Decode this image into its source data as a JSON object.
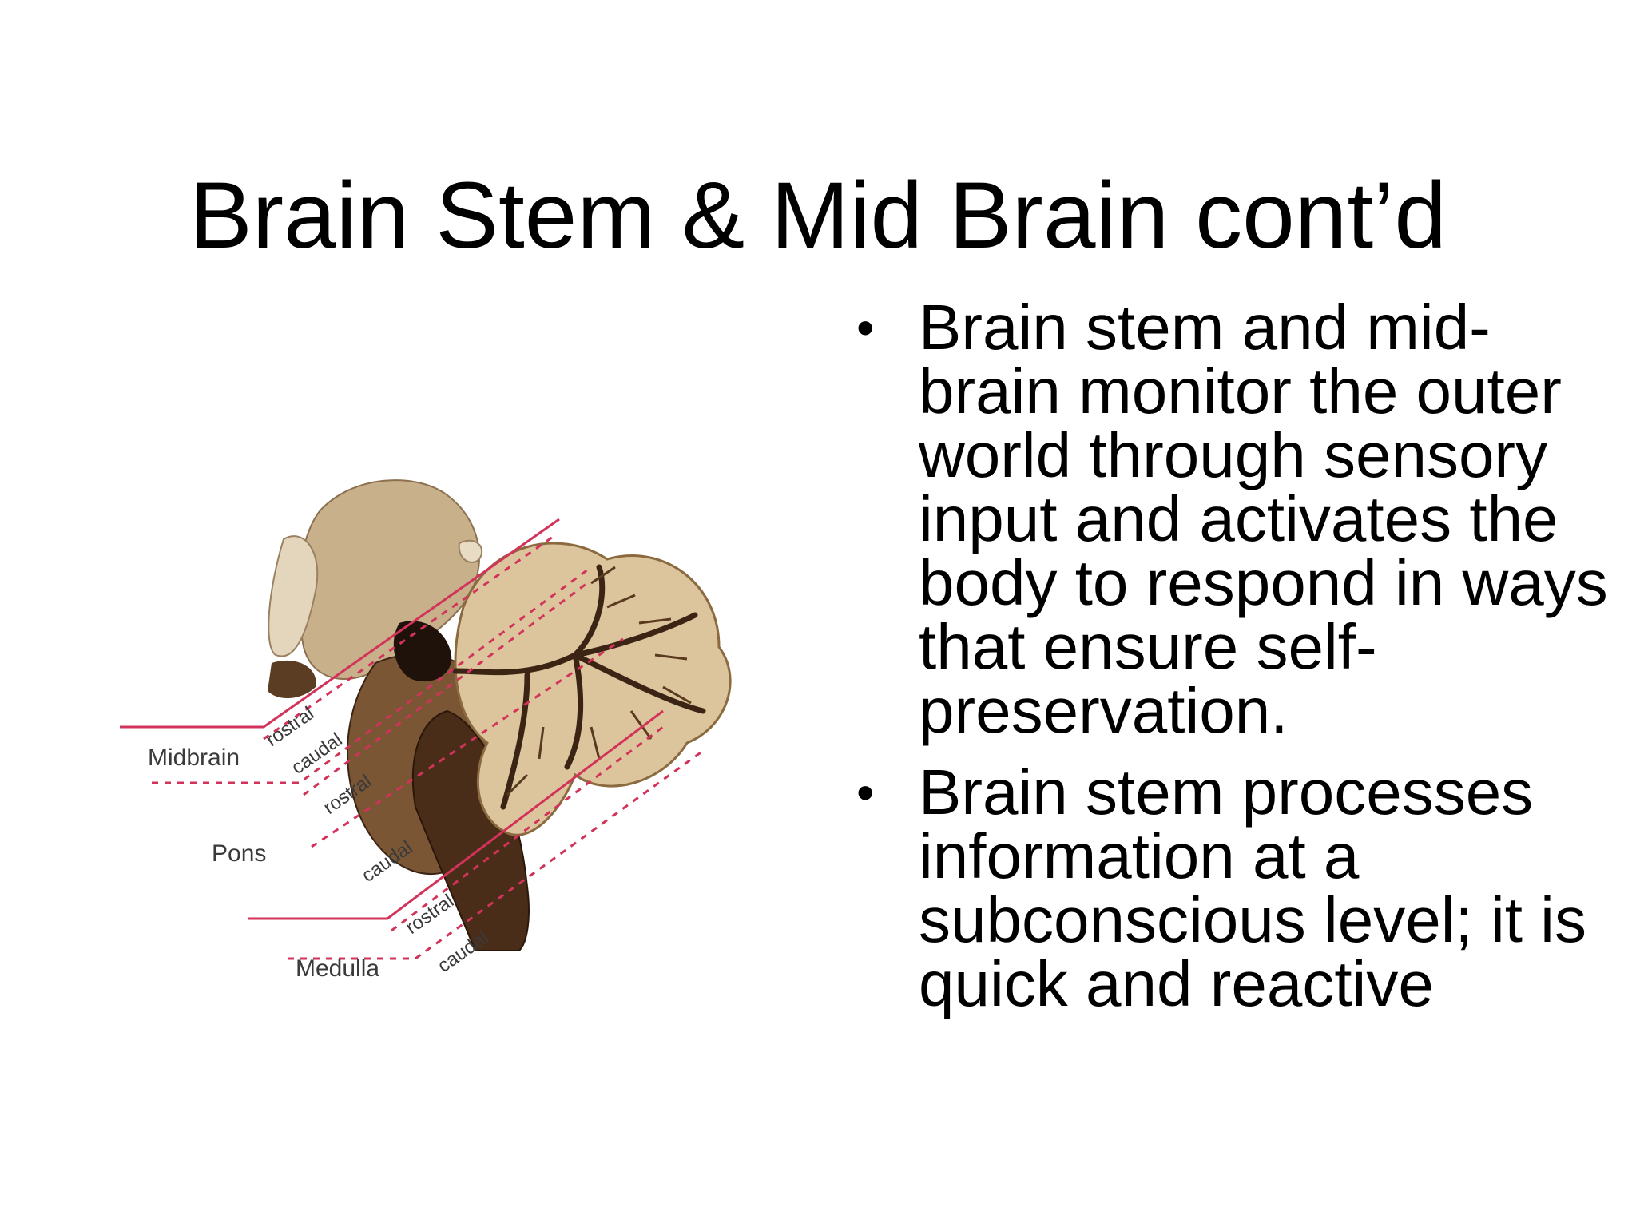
{
  "slide": {
    "title": "Brain Stem & Mid Brain cont’d",
    "bullets": [
      "Brain stem and mid-brain monitor the outer world through sensory input and activates the body to respond in ways that ensure self-preservation.",
      "Brain stem processes information at a subconscious level; it is quick and reactive"
    ],
    "bullet_glyph": "•"
  },
  "figure": {
    "region_labels": {
      "midbrain": "Midbrain",
      "pons": "Pons",
      "medulla": "Medulla"
    },
    "level_labels": {
      "rostral": "rostral",
      "caudal": "caudal"
    },
    "colors": {
      "guide_line": "#d2335a",
      "tissue_light": "#c9b38c",
      "tissue_mid": "#8a6a45",
      "tissue_dark": "#3b2414"
    }
  }
}
